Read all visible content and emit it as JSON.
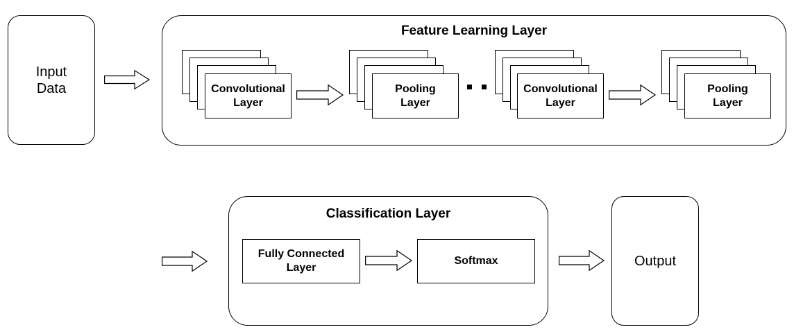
{
  "input": {
    "line1": "Input",
    "line2": "Data"
  },
  "feature": {
    "title": "Feature Learning Layer",
    "stages": [
      {
        "line1": "Convolutional",
        "line2": "Layer"
      },
      {
        "line1": "Pooling",
        "line2": "Layer"
      },
      {
        "line1": "Convolutional",
        "line2": "Layer"
      },
      {
        "line1": "Pooling",
        "line2": "Layer"
      }
    ]
  },
  "classification": {
    "title": "Classification Layer",
    "fc": {
      "line1": "Fully Connected",
      "line2": "Layer"
    },
    "softmax": "Softmax"
  },
  "output": {
    "label": "Output"
  }
}
